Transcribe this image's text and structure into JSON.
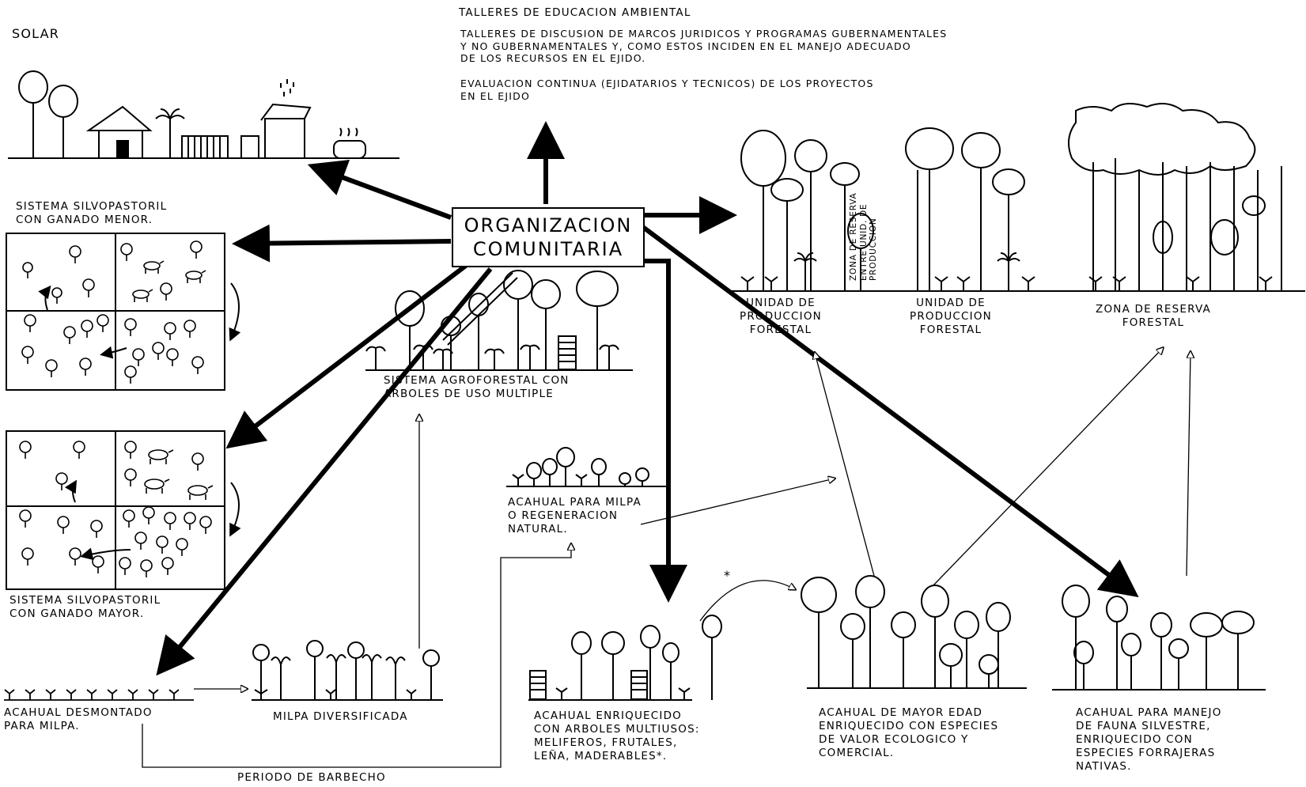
{
  "center": {
    "line1": "ORGANIZACION",
    "line2": "COMUNITARIA"
  },
  "top_text": {
    "line1": "TALLERES DE EDUCACION AMBIENTAL",
    "line2": "TALLERES DE DISCUSION DE MARCOS JURIDICOS Y PROGRAMAS GUBERNAMENTALES\n  Y NO GUBERNAMENTALES Y, COMO ESTOS INCIDEN EN EL MANEJO ADECUADO\n  DE LOS RECURSOS EN EL EJIDO.",
    "line3": "EVALUACION CONTINUA (EJIDATARIOS Y TECNICOS) DE LOS PROYECTOS\nEN EL EJIDO"
  },
  "solar": "SOLAR",
  "silvo_menor": "SISTEMA SILVOPASTORIL\nCON GANADO MENOR.",
  "silvo_mayor": "SISTEMA SILVOPASTORIL\nCON GANADO MAYOR.",
  "agroforestal": "SISTEMA AGROFORESTAL CON\nARBOLES DE USO MULTIPLE",
  "acahual_milpa": "ACAHUAL PARA MILPA\nO REGENERACION\nNATURAL.",
  "acahual_desmontado": "ACAHUAL DESMONTADO\nPARA MILPA.",
  "milpa": "MILPA DIVERSIFICADA",
  "periodo": "PERIODO DE BARBECHO",
  "acahual_enriquecido": "ACAHUAL ENRIQUECIDO\nCON ARBOLES MULTIUSOS:\nMELIFEROS, FRUTALES,\nLEÑA, MADERABLES*.",
  "acahual_mayor": "ACAHUAL DE MAYOR EDAD\nENRIQUECIDO CON ESPECIES\nDE VALOR ECOLOGICO Y\nCOMERCIAL.",
  "acahual_fauna": "ACAHUAL PARA MANEJO\nDE FAUNA SILVESTRE,\nENRIQUECIDO CON\nESPECIES FORRAJERAS\nNATIVAS.",
  "unidad1": "UNIDAD DE\nPRODUCCION\nFORESTAL",
  "unidad2": "UNIDAD DE\nPRODUCCION\nFORESTAL",
  "zona_reserva": "ZONA DE RESERVA\nFORESTAL",
  "zona_vertical": "ZONA DE RESERVA\nENTRE UNID. DE\nPRODUCCION",
  "asterisk": "*",
  "icons": [
    "tree-icon",
    "house-icon",
    "palm-icon",
    "cattle-icon",
    "beehive-icon",
    "arrow-icon"
  ]
}
